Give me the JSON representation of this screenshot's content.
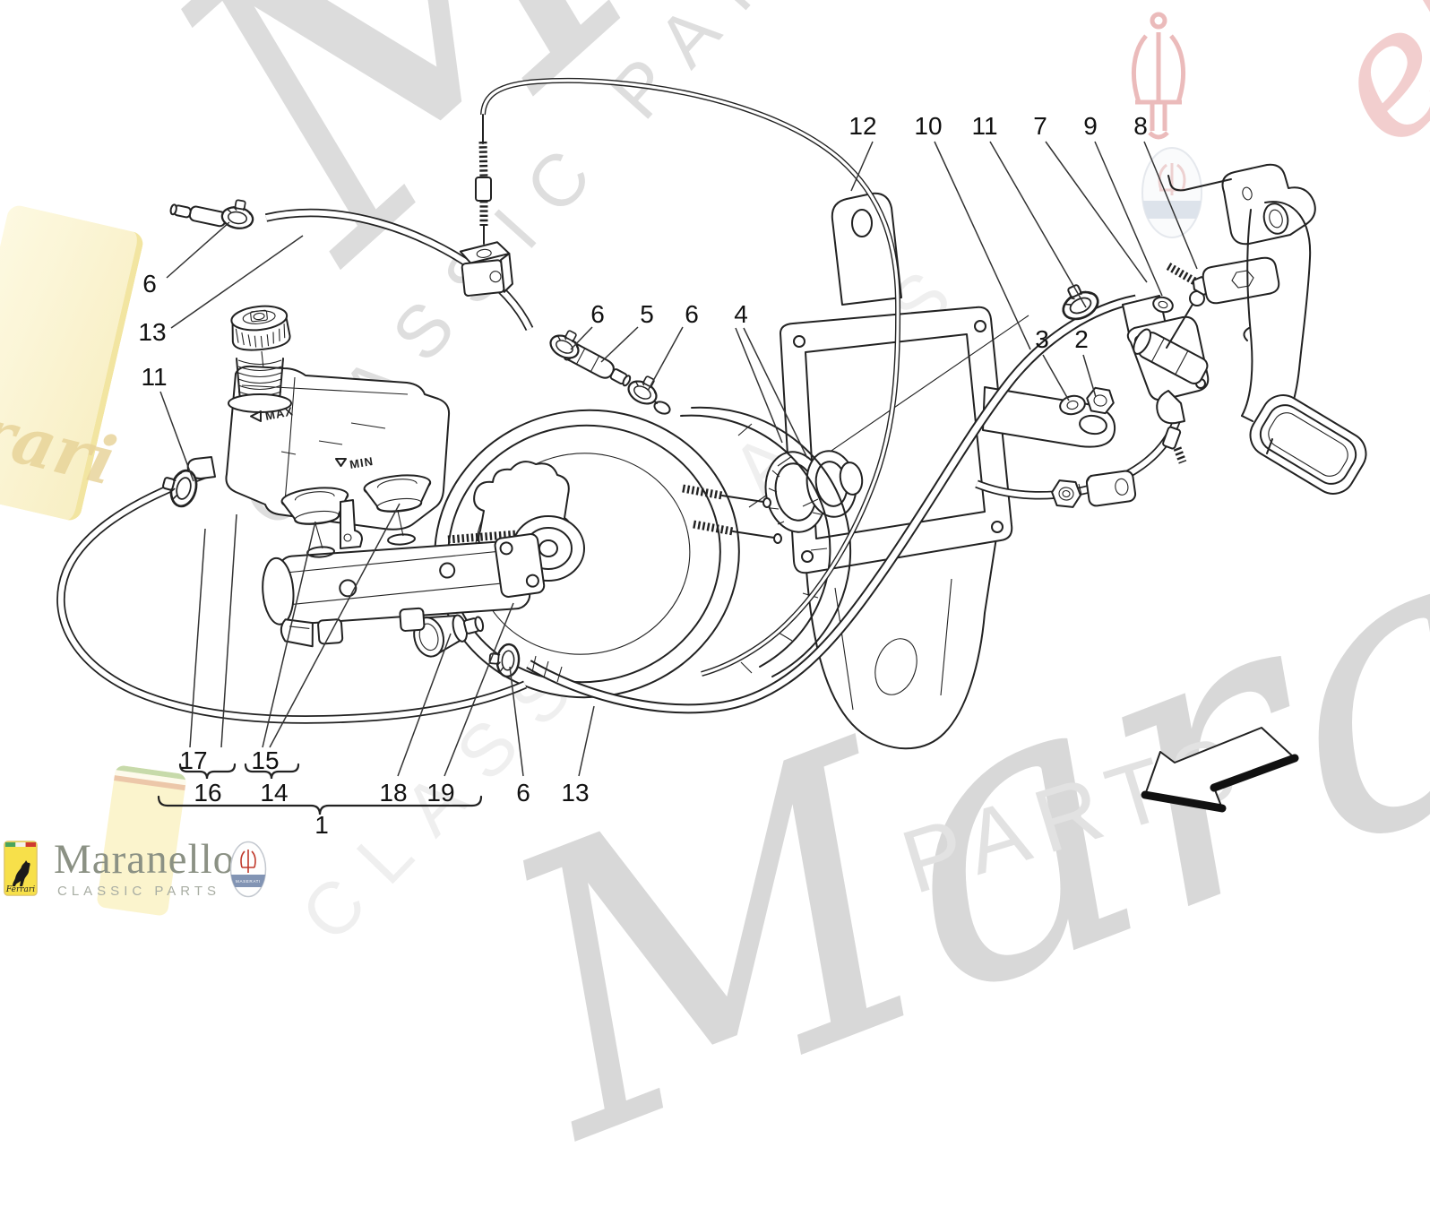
{
  "watermarks": {
    "script": "Maranello",
    "classic": "CLASSIC PARTS",
    "parts": "PARTS",
    "red_script": "ello",
    "rari": "rari"
  },
  "diagram": {
    "max_label": "MAX",
    "min_label": "MIN"
  },
  "callouts": [
    {
      "label": "12"
    },
    {
      "label": "10"
    },
    {
      "label": "11"
    },
    {
      "label": "7"
    },
    {
      "label": "9"
    },
    {
      "label": "8"
    },
    {
      "label": "6"
    },
    {
      "label": "13"
    },
    {
      "label": "11"
    },
    {
      "label": "6"
    },
    {
      "label": "5"
    },
    {
      "label": "6"
    },
    {
      "label": "4"
    },
    {
      "label": "3"
    },
    {
      "label": "2"
    },
    {
      "label": "17"
    },
    {
      "label": "15"
    },
    {
      "label": "16"
    },
    {
      "label": "14"
    },
    {
      "label": "18"
    },
    {
      "label": "19"
    },
    {
      "label": "6"
    },
    {
      "label": "13"
    },
    {
      "label": "1"
    }
  ],
  "logo": {
    "brand": "Maranello",
    "tagline": "CLASSIC PARTS",
    "maserati": "MASERATI",
    "ferrari": "Ferrari"
  },
  "colors": {
    "line": "#222222",
    "watermark_gray": "#d9d9d9",
    "watermark_red": "#d98a8a",
    "ferrari_yellow": "#f7e04a",
    "logo_text": "#8b9184"
  }
}
